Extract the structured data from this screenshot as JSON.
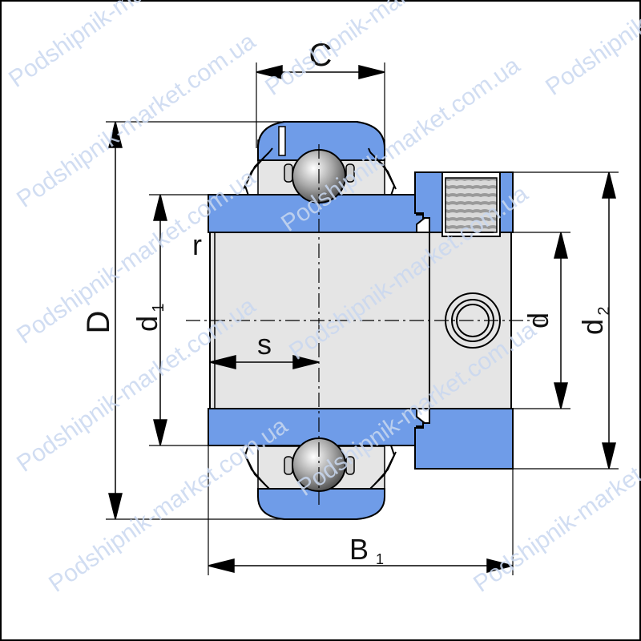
{
  "labels": {
    "c": "C",
    "D": "D",
    "d1": "d",
    "d1_sub": "1",
    "d": "d",
    "d2": "d",
    "d2_sub": "2",
    "s": "s",
    "r": "r",
    "b1": "B",
    "b1_sub": "1"
  },
  "watermark": "Podshipnik-market.com.ua",
  "colors": {
    "housing_blue": "#6f9ce8",
    "bore_gray": "#e5e5e5",
    "line": "#000000",
    "watermark": "#c9d8f0"
  }
}
